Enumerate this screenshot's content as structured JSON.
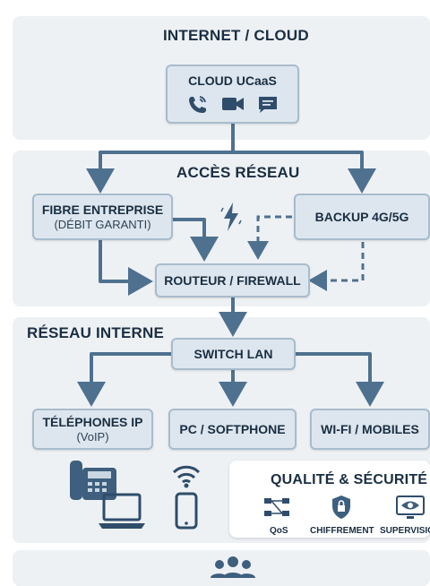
{
  "sections": {
    "cloud": {
      "title": "INTERNET / CLOUD"
    },
    "access": {
      "title": "ACCÈS RÉSEAU"
    },
    "internal": {
      "title": "RÉSEAU INTERNE"
    },
    "quality": {
      "title": "QUALITÉ & SÉCURITÉ"
    }
  },
  "nodes": {
    "cloud_ucaas": {
      "label": "CLOUD UCaaS",
      "icons": [
        "phone-icon",
        "video-camera-icon",
        "chat-icon"
      ]
    },
    "fibre": {
      "label": "FIBRE ENTREPRISE",
      "sublabel": "(DÉBIT GARANTI)"
    },
    "backup": {
      "label": "BACKUP 4G/5G"
    },
    "router": {
      "label": "ROUTEUR / FIREWALL"
    },
    "switch": {
      "label": "SWITCH LAN"
    },
    "ip_phones": {
      "label": "TÉLÉPHONES IP",
      "sublabel": "(VoIP)"
    },
    "pc": {
      "label": "PC / SOFTPHONE"
    },
    "wifi": {
      "label": "WI-FI / MOBILES"
    }
  },
  "quality_items": [
    {
      "label": "QoS",
      "icon": "qos-flow-icon"
    },
    {
      "label": "CHIFFREMENT",
      "icon": "shield-lock-icon"
    },
    {
      "label": "SUPERVISIO",
      "icon": "eye-monitor-icon"
    }
  ],
  "decor_icons": [
    "power-bolt-icon",
    "desk-phone-icon",
    "laptop-icon",
    "wifi-icon",
    "smartphone-icon",
    "users-icon"
  ],
  "colors": {
    "arrow": "#4f7190",
    "node_fill": "#dde6ee",
    "panel": "#eef1f4",
    "text": "#1a2e42"
  }
}
